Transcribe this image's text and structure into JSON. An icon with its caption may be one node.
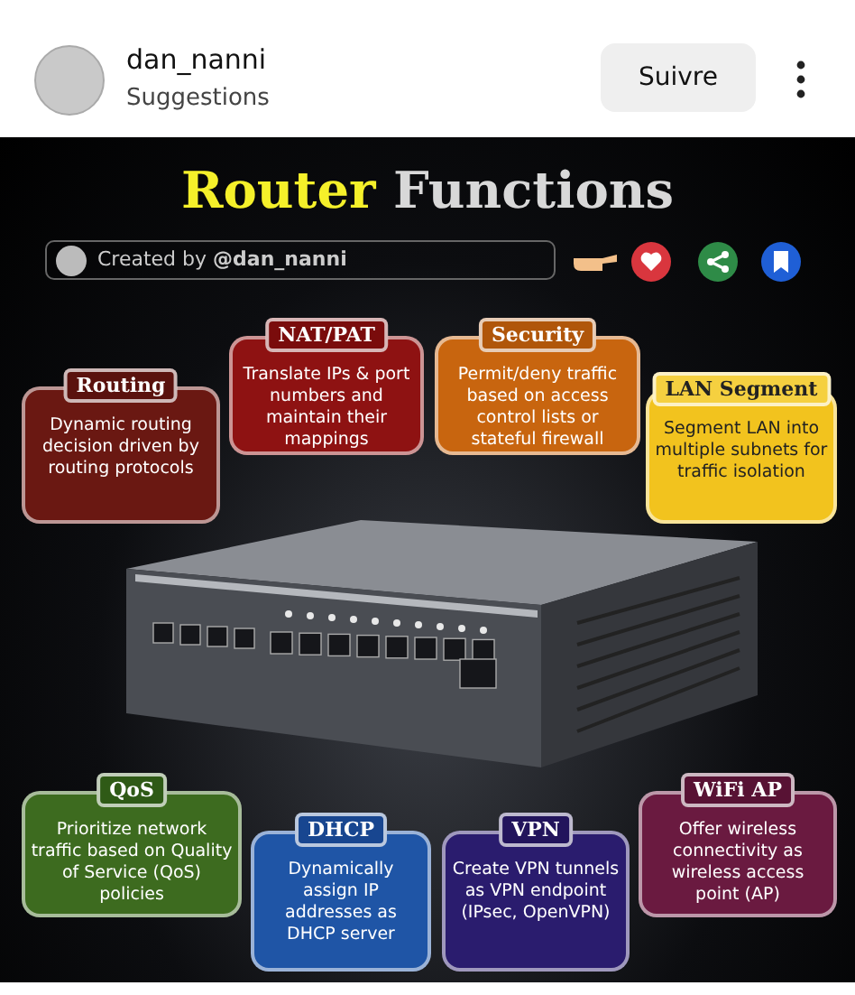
{
  "diagram": {
    "title": "Router Functions",
    "nodes": [
      {
        "text": [
          "Routing",
          "Dynamic routing decision driven by routing protocols"
        ]
      },
      {
        "text": [
          "NAT/PAT",
          "Translate IPs & port numbers and maintain their mappings"
        ]
      },
      {
        "text": [
          "Security",
          "Permit/deny traffic based on access control lists or stateful firewall"
        ]
      },
      {
        "text": [
          "LAN Segment",
          "Segment LAN into multiple subnets for traffic isolation"
        ]
      },
      {
        "text": [
          "QoS",
          "Prioritize network traffic based on Quality of Service (QoS) policies"
        ]
      },
      {
        "text": [
          "DHCP",
          "Dynamically assign IP addresses as DHCP server"
        ]
      },
      {
        "text": [
          "VPN",
          "Create VPN tunnels as VPN endpoint (IPsec, OpenVPN)"
        ]
      },
      {
        "text": [
          "WiFi AP",
          "Offer wireless connectivity as wireless access point (AP)"
        ]
      }
    ],
    "edges": [],
    "labels": [
      "dan_nanni",
      "Suggestions",
      "Suivre",
      "Created by **@dan_nanni**"
    ]
  }
}
